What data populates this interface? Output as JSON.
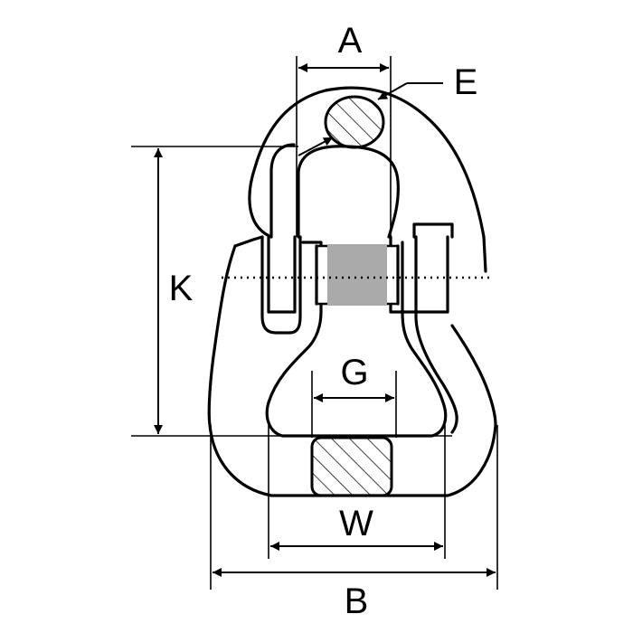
{
  "labels": {
    "A": "A",
    "E": "E",
    "K": "K",
    "G": "G",
    "W": "W",
    "B": "B"
  },
  "colors": {
    "line": "#000000",
    "pin_fill": "#aaaaaa",
    "background": "#ffffff"
  }
}
